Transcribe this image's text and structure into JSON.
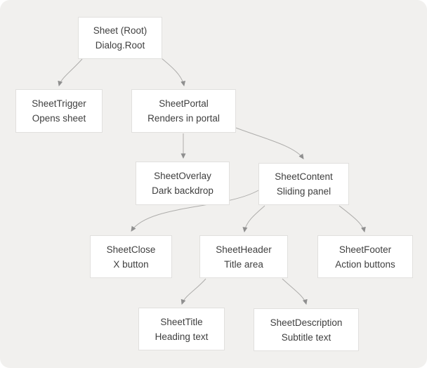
{
  "diagram": {
    "name": "Sheet component anatomy tree",
    "nodes": [
      {
        "id": "sheet-root",
        "title": "Sheet (Root)",
        "subtitle": "Dialog.Root"
      },
      {
        "id": "sheet-trigger",
        "title": "SheetTrigger",
        "subtitle": "Opens sheet"
      },
      {
        "id": "sheet-portal",
        "title": "SheetPortal",
        "subtitle": "Renders in portal"
      },
      {
        "id": "sheet-overlay",
        "title": "SheetOverlay",
        "subtitle": "Dark backdrop"
      },
      {
        "id": "sheet-content",
        "title": "SheetContent",
        "subtitle": "Sliding panel"
      },
      {
        "id": "sheet-close",
        "title": "SheetClose",
        "subtitle": "X button"
      },
      {
        "id": "sheet-header",
        "title": "SheetHeader",
        "subtitle": "Title area"
      },
      {
        "id": "sheet-footer",
        "title": "SheetFooter",
        "subtitle": "Action buttons"
      },
      {
        "id": "sheet-title",
        "title": "SheetTitle",
        "subtitle": "Heading text"
      },
      {
        "id": "sheet-description",
        "title": "SheetDescription",
        "subtitle": "Subtitle text"
      }
    ],
    "edges": [
      {
        "from": "sheet-root",
        "to": "sheet-trigger"
      },
      {
        "from": "sheet-root",
        "to": "sheet-portal"
      },
      {
        "from": "sheet-portal",
        "to": "sheet-overlay"
      },
      {
        "from": "sheet-portal",
        "to": "sheet-content"
      },
      {
        "from": "sheet-content",
        "to": "sheet-close"
      },
      {
        "from": "sheet-content",
        "to": "sheet-header"
      },
      {
        "from": "sheet-content",
        "to": "sheet-footer"
      },
      {
        "from": "sheet-header",
        "to": "sheet-title"
      },
      {
        "from": "sheet-header",
        "to": "sheet-description"
      }
    ],
    "colors": {
      "canvas_background": "#f1f0ee",
      "node_background": "#ffffff",
      "node_border": "#e1e0de",
      "node_text": "#3f3f3f",
      "edge_line": "#aeadab",
      "edge_arrow": "#8f8f8f"
    }
  }
}
